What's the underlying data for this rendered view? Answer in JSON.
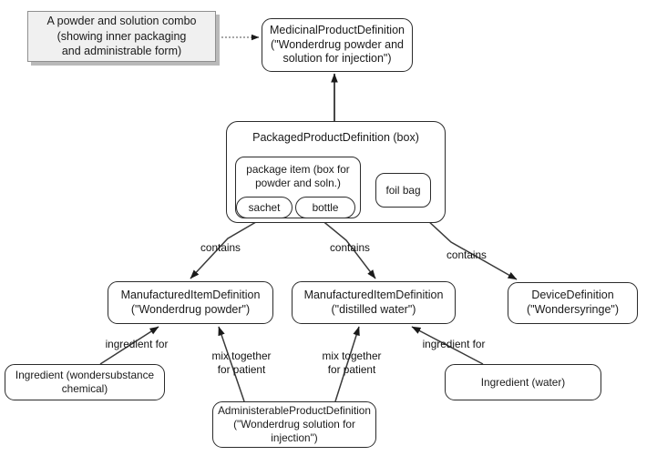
{
  "diagram": {
    "title": "FHIR medicinal product packaging example",
    "background": "#ffffff",
    "stroke": "#2b2b2b",
    "note_fill": "#f0f0f0",
    "note_border": "#8f8f8f",
    "note_shadow": "#b9b9b9"
  },
  "note": {
    "text": "A powder and solution combo\n(showing inner packaging\nand administrable form)"
  },
  "nodes": {
    "medicinal_product": "MedicinalProductDefinition\n(\"Wonderdrug powder and\nsolution for injection\")",
    "packaged_product": "PackagedProductDefinition (box)",
    "package_item": "package item (box for\npowder and soln.)",
    "sachet": "sachet",
    "bottle": "bottle",
    "foil_bag": "foil bag",
    "manufactured_powder": "ManufacturedItemDefinition\n(\"Wonderdrug powder\")",
    "manufactured_water": "ManufacturedItemDefinition\n(\"distilled water\")",
    "device": "DeviceDefinition\n(\"Wondersyringe\")",
    "ingredient_chemical": "Ingredient (wondersubstance\nchemical)",
    "ingredient_water": "Ingredient (water)",
    "administerable_product": "AdministerableProductDefinition\n(\"Wonderdrug solution for\ninjection\")"
  },
  "edge_labels": {
    "contains_left": "contains",
    "contains_mid": "contains",
    "contains_right": "contains",
    "ingredient_for_left": "ingredient for",
    "ingredient_for_right": "ingredient for",
    "mix_left": "mix together\nfor patient",
    "mix_right": "mix together\nfor patient"
  }
}
